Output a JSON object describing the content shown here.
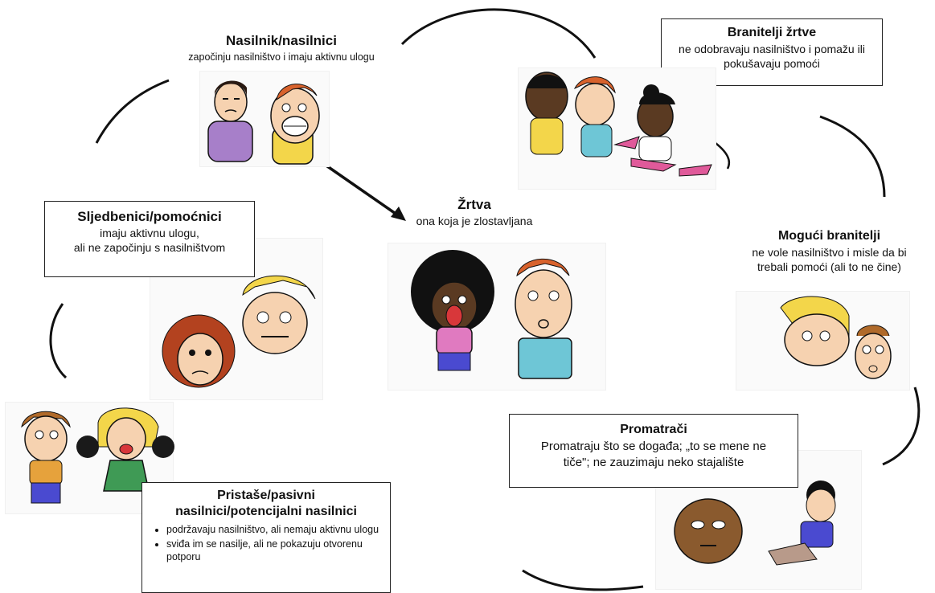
{
  "roles": {
    "bully": {
      "title": "Nasilnik/nasilnici",
      "desc": "započinju nasilništvo i imaju aktivnu ulogu"
    },
    "victim": {
      "title": "Žrtva",
      "desc": "ona koja je zlostavljana"
    },
    "defenders": {
      "title": "Branitelji žrtve",
      "desc_line1": "ne odobravaju nasilništvo i pomažu ili",
      "desc_line2": "pokušavaju pomoći"
    },
    "possible_defenders": {
      "title": "Mogući branitelji",
      "desc_line1": "ne vole nasilništvo i misle da bi",
      "desc_line2": "trebali pomoći (ali to ne čine)"
    },
    "followers": {
      "title": "Sljedbenici/pomoćnici",
      "desc_line1": "imaju aktivnu ulogu,",
      "desc_line2": "ali ne započinju s nasilništvom"
    },
    "observers": {
      "title": "Promatrači",
      "desc_line1": "Promatraju što se događa; „to se mene ne",
      "desc_line2": "tiče\"; ne zauzimaju neko stajalište"
    },
    "supporters": {
      "title_line1": "Pristaše/pasivni",
      "title_line2": "nasilnici/potencijalni nasilnici",
      "bullets": [
        "podržavaju nasilništvo, ali nemaju aktivnu ulogu",
        "sviđa im se nasilje, ali ne pokazuju otvorenu potporu"
      ]
    }
  },
  "colors": {
    "line": "#111111",
    "skin": "#f6d2b0",
    "dark_skin": "#5a3a22",
    "shirt_purple": "#a77fc9",
    "shirt_blue": "#6ec6d6",
    "hair_red": "#d8622c",
    "hair_yellow": "#f3d64a",
    "shirt_green": "#3f9a55",
    "shirt_pink": "#e05a9a"
  }
}
